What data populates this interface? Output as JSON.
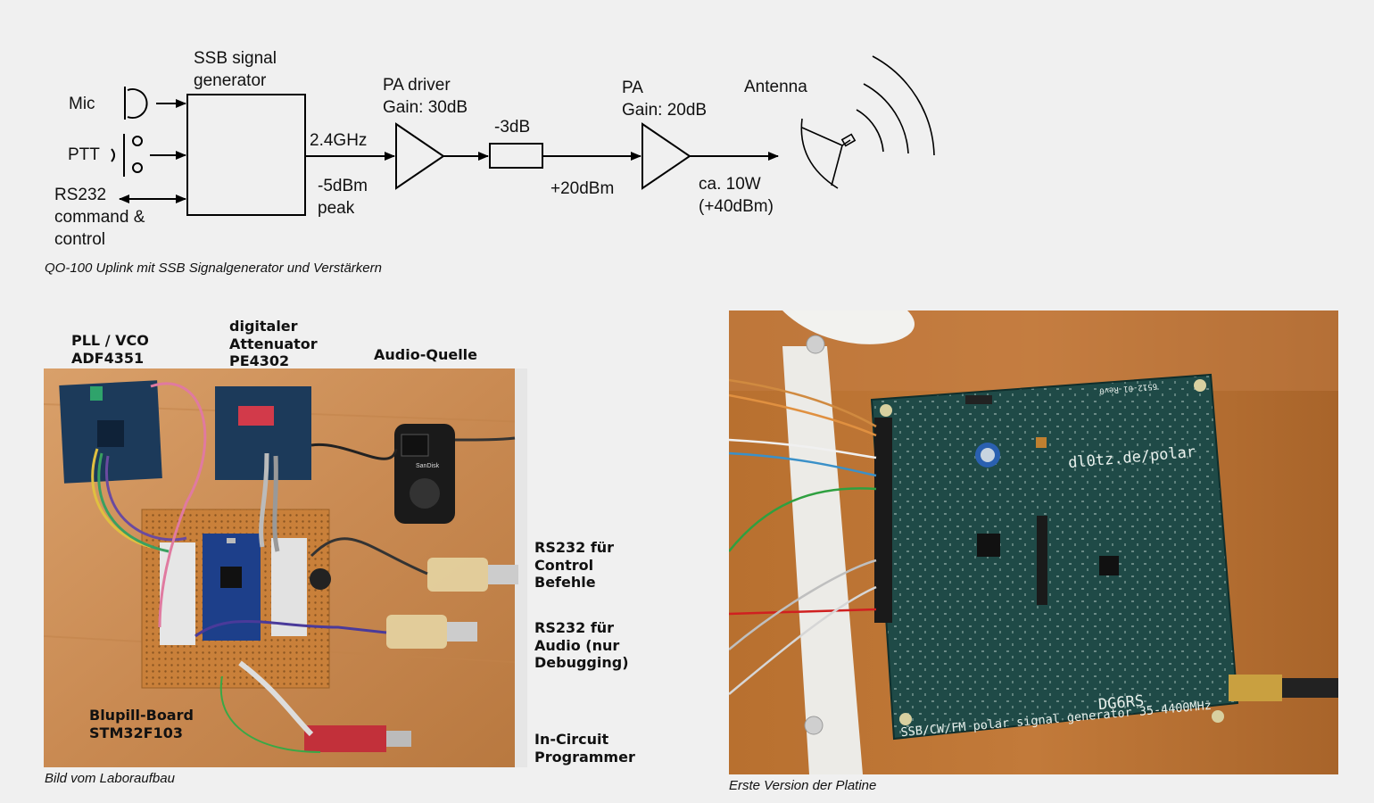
{
  "diagram": {
    "labels": {
      "mic": "Mic",
      "ptt": "PTT",
      "rs232": [
        "RS232",
        "command &",
        "control"
      ],
      "generator": [
        "SSB signal",
        "generator"
      ],
      "freq": "2.4GHz",
      "gen_power": [
        "-5dBm",
        "peak"
      ],
      "driver": [
        "PA driver",
        "Gain: 30dB"
      ],
      "attenuator": "-3dB",
      "mid_power": "+20dBm",
      "pa": [
        "PA",
        "Gain: 20dB"
      ],
      "out_power": [
        "ca. 10W",
        "(+40dBm)"
      ],
      "antenna": "Antenna"
    },
    "caption": "QO-100 Uplink mit SSB Signalgenerator und Verstärkern"
  },
  "lab_photo": {
    "labels": {
      "pll": [
        "PLL / VCO",
        "ADF4351"
      ],
      "attenuator": [
        "digitaler",
        "Attenuator",
        "PE4302"
      ],
      "audio": "Audio-Quelle",
      "rs232_control": [
        "RS232 für",
        "Control",
        "Befehle"
      ],
      "rs232_audio": [
        "RS232 für",
        "Audio (nur",
        "Debugging)"
      ],
      "bluepill": [
        "Blupill-Board",
        "STM32F103"
      ],
      "programmer": [
        "In-Circuit",
        "Programmer"
      ],
      "player_brand": "SanDisk"
    },
    "caption": "Bild vom Laboraufbau"
  },
  "pcb_photo": {
    "silkscreen": {
      "url": "dl0tz.de/polar",
      "title": "SSB/CW/FM polar signal generator 35-4400MHz",
      "callsign": "DG6RS",
      "rev": "6512-01 Rev0"
    },
    "caption": "Erste Version der Platine"
  },
  "colors": {
    "background": "#f0f0f0",
    "pcb_green": "#1f4a47",
    "wood": "#c98a52"
  }
}
